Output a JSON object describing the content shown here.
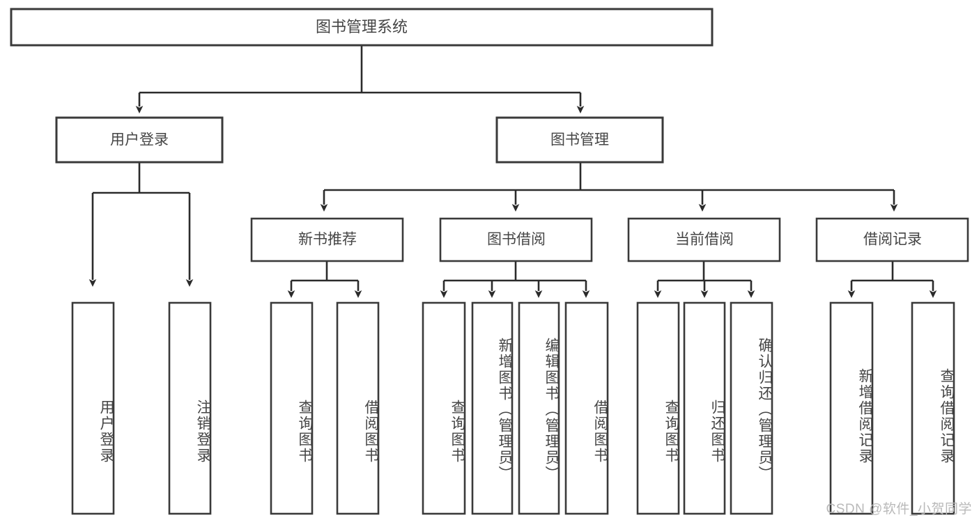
{
  "diagram": {
    "type": "tree-hierarchy",
    "title_node": {
      "id": "root",
      "label": "图书管理系统"
    },
    "level1": [
      {
        "id": "user-login",
        "label": "用户登录"
      },
      {
        "id": "book-manage",
        "label": "图书管理"
      }
    ],
    "level2": [
      {
        "id": "new-book-recommend",
        "label": "新书推荐",
        "parent": "book-manage"
      },
      {
        "id": "book-borrow",
        "label": "图书借阅",
        "parent": "book-manage"
      },
      {
        "id": "current-borrow",
        "label": "当前借阅",
        "parent": "book-manage"
      },
      {
        "id": "borrow-record",
        "label": "借阅记录",
        "parent": "book-manage"
      }
    ],
    "leaves": {
      "user-login": [
        {
          "id": "leaf-user-login",
          "label": "用户登录"
        },
        {
          "id": "leaf-user-logout",
          "label": "注销登录"
        }
      ],
      "new-book-recommend": [
        {
          "id": "leaf-query-book-1",
          "label": "查询图书"
        },
        {
          "id": "leaf-borrow-book-1",
          "label": "借阅图书"
        }
      ],
      "book-borrow": [
        {
          "id": "leaf-query-book-2",
          "label": "查询图书"
        },
        {
          "id": "leaf-add-book",
          "label": "新增图书（管理员）"
        },
        {
          "id": "leaf-edit-book",
          "label": "编辑图书（管理员）"
        },
        {
          "id": "leaf-borrow-book-2",
          "label": "借阅图书"
        }
      ],
      "current-borrow": [
        {
          "id": "leaf-query-book-3",
          "label": "查询图书"
        },
        {
          "id": "leaf-return-book",
          "label": "归还图书"
        },
        {
          "id": "leaf-confirm-return",
          "label": "确认归还（管理员）"
        }
      ],
      "borrow-record": [
        {
          "id": "leaf-add-record",
          "label": "新增借阅记录"
        },
        {
          "id": "leaf-query-record",
          "label": "查询借阅记录"
        }
      ]
    },
    "watermark": "CSDN @软件_小贺同学",
    "colors": {
      "box_stroke": "#3a3a3a",
      "connector": "#2b2b2b",
      "text": "#454545",
      "background": "#ffffff",
      "watermark": "#b9b9b9"
    }
  }
}
